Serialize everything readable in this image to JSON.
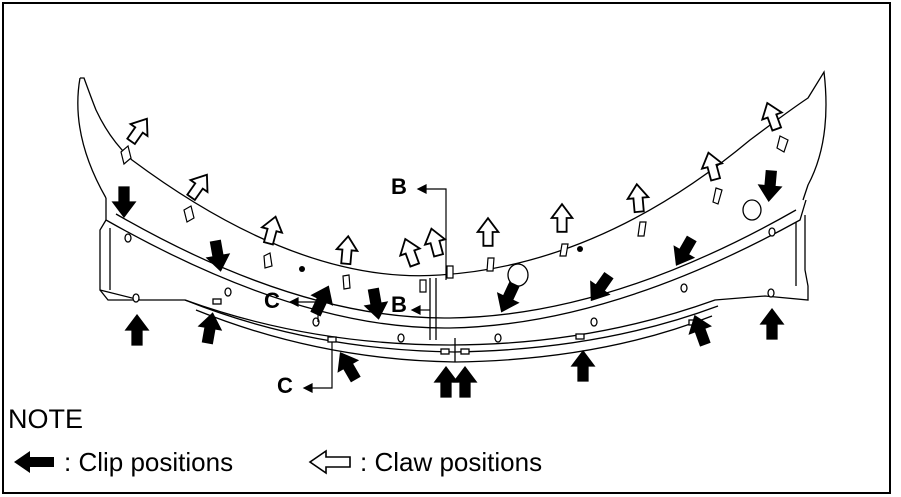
{
  "labels": {
    "b_upper": "B",
    "b_lower": "B",
    "c_upper": "C",
    "c_lower": "C"
  },
  "note": {
    "title": "NOTE",
    "clip_text": ": Clip positions",
    "claw_text": ": Claw positions"
  },
  "icons": {
    "clip": "solid-arrow-icon",
    "claw": "outline-arrow-icon"
  },
  "colors": {
    "line": "#000000",
    "background": "#ffffff"
  }
}
